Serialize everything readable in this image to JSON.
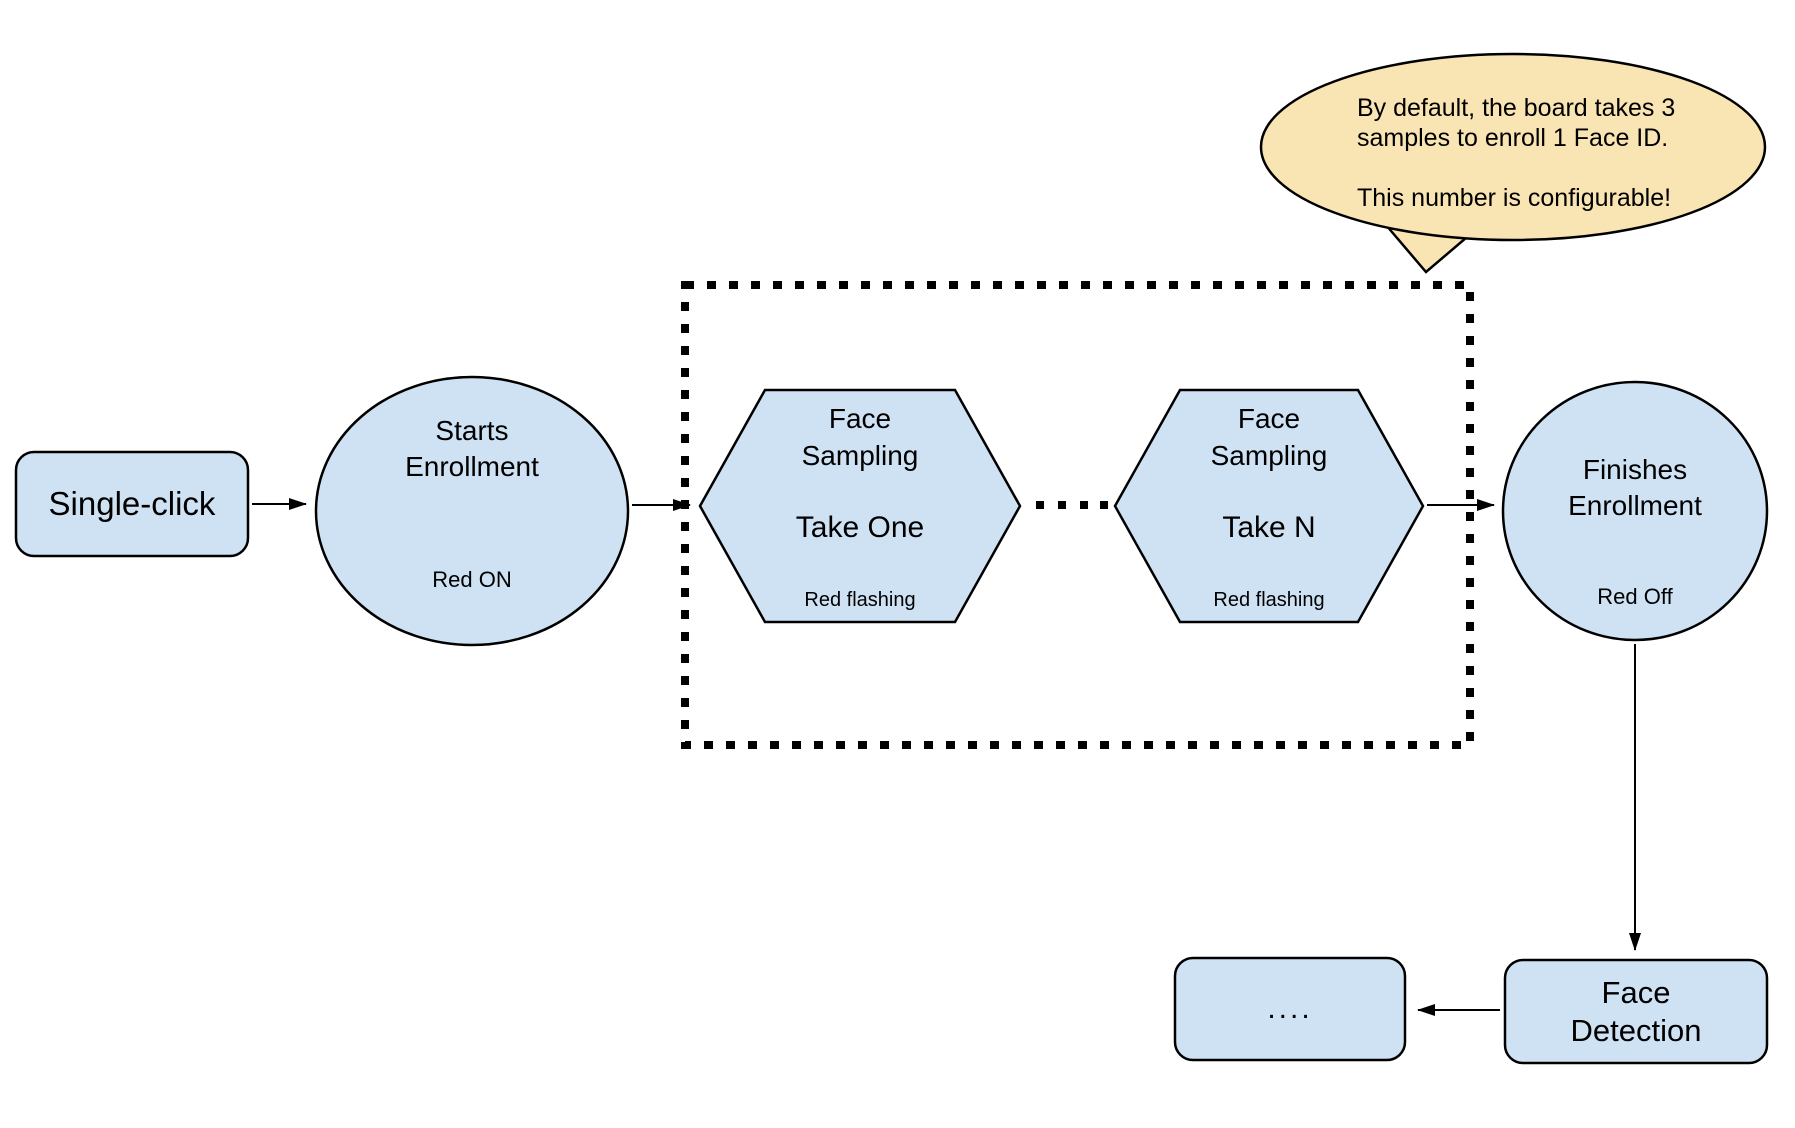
{
  "diagram": {
    "nodes": {
      "single_click": {
        "label": "Single-click"
      },
      "starts_enrollment": {
        "title": "Starts\nEnrollment",
        "status": "Red ON"
      },
      "face_sampling_one": {
        "title": "Face\nSampling",
        "step": "Take One",
        "status": "Red flashing"
      },
      "face_sampling_n": {
        "title": "Face\nSampling",
        "step": "Take N",
        "status": "Red flashing"
      },
      "finishes_enrollment": {
        "title": "Finishes\nEnrollment",
        "status": "Red Off"
      },
      "face_detection": {
        "label": "Face\nDetection"
      },
      "continuation": {
        "label": "...."
      }
    },
    "callout": {
      "text": "By default, the board takes 3\nsamples to enroll 1 Face ID.\n\nThis number is configurable!"
    },
    "colors": {
      "node_fill": "#cfe2f3",
      "callout_fill": "#f9e5b3",
      "stroke": "#000000",
      "background": "#ffffff"
    }
  }
}
